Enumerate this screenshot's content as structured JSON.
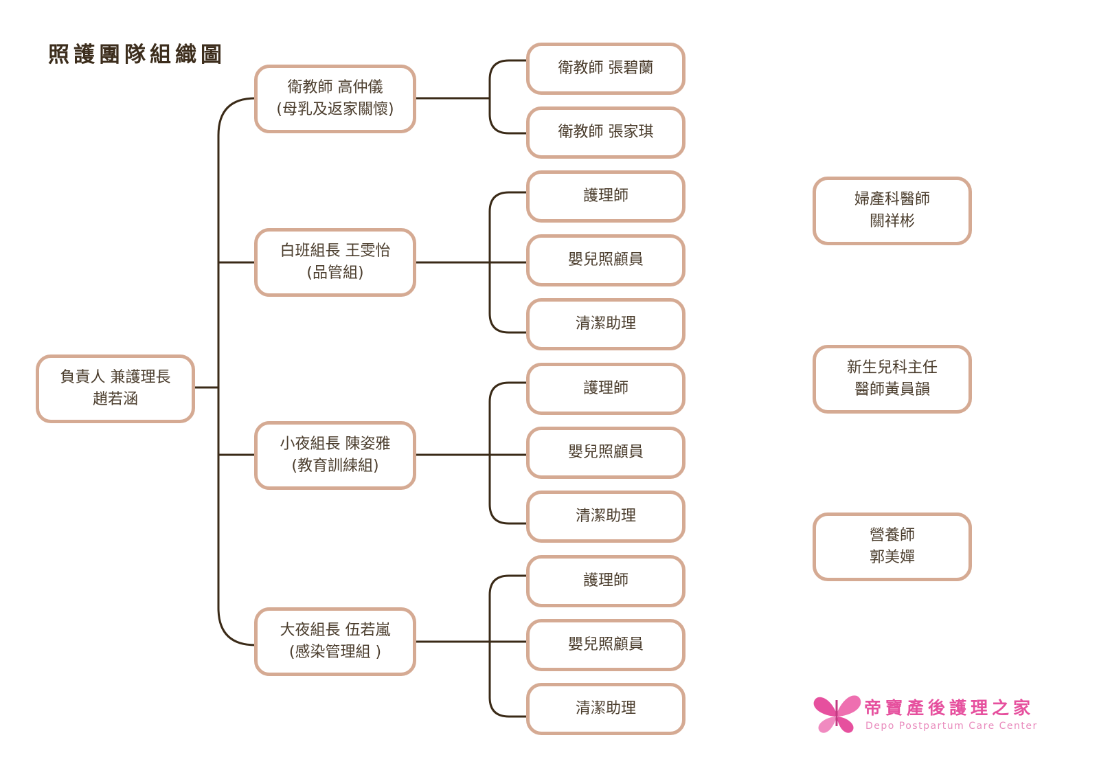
{
  "title": "照護團隊組織圖",
  "colors": {
    "box_border": "#d5aa93",
    "connector": "#3a2a17",
    "brand": "#e6509e"
  },
  "head": {
    "line1": "負責人 兼護理長",
    "line2": "趙若涵"
  },
  "groups": [
    {
      "leader": {
        "line1": "衛教師 高仲儀",
        "line2": "(母乳及返家關懷)"
      },
      "staff": [
        "衛教師 張碧蘭",
        "衛教師 張家琪"
      ]
    },
    {
      "leader": {
        "line1": "白班組長 王雯怡",
        "line2": "(品管組)"
      },
      "staff": [
        "護理師",
        "嬰兒照顧員",
        "清潔助理"
      ]
    },
    {
      "leader": {
        "line1": "小夜組長  陳姿雅",
        "line2": "(教育訓練組)"
      },
      "staff": [
        "護理師",
        "嬰兒照顧員",
        "清潔助理"
      ]
    },
    {
      "leader": {
        "line1": "大夜組長 伍若嵐",
        "line2": "(感染管理組 )"
      },
      "staff": [
        "護理師",
        "嬰兒照顧員",
        "清潔助理"
      ]
    }
  ],
  "physicians": [
    {
      "line1": "婦產科醫師",
      "line2": "關祥彬"
    },
    {
      "line1": "新生兒科主任",
      "line2": "醫師黃員韻"
    },
    {
      "line1": "營養師",
      "line2": "郭美嬋"
    }
  ],
  "logo": {
    "name_zh": "帝寶產後護理之家",
    "name_en": "Depo Postpartum Care Center",
    "icon": "butterfly-icon"
  }
}
